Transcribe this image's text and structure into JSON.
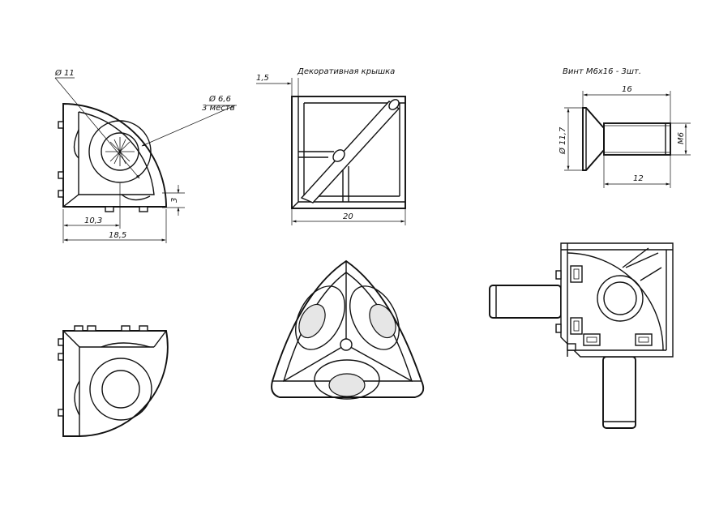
{
  "views": {
    "top_left": {
      "dim_hole_large": "Ø 11",
      "dim_hole_small": "Ø 6,6",
      "dim_holes_note": "3 места",
      "dim_offset": "10,3",
      "dim_width": "18,5",
      "dim_thickness": "3"
    },
    "cap": {
      "title": "Декоративная крышка",
      "dim_wall": "1,5",
      "dim_width": "20"
    },
    "screw": {
      "title": "Винт М6х16 - 3шт.",
      "dim_length": "16",
      "dim_head": "Ø 11,7",
      "dim_thread": "М6",
      "dim_shank": "12"
    }
  },
  "colors": {
    "line": "#111111",
    "background": "#ffffff",
    "shade": "#e6e6e6"
  }
}
